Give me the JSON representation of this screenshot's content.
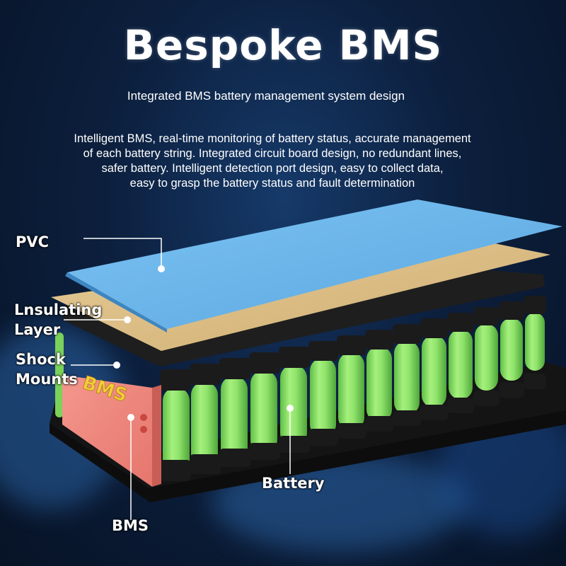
{
  "header": {
    "title": "Bespoke BMS",
    "subtitle": "Integrated BMS battery management system design",
    "description_lines": [
      "Intelligent BMS, real-time monitoring of battery status, accurate management",
      "of each battery string. Integrated circuit board design, no redundant lines,",
      "safer battery. Intelligent detection port design, easy to collect data,",
      "easy to grasp the battery status and fault determination"
    ]
  },
  "callouts": {
    "pvc": "PVC",
    "insulating_line1": "Lnsulating",
    "insulating_line2": "Layer",
    "shock_line1": "Shock",
    "shock_line2": "Mounts",
    "battery": "Battery",
    "bms": "BMS"
  },
  "bms_board_text": "BMS",
  "colors": {
    "background": "#0c1f3d",
    "pvc_sheet": "#6bb4ea",
    "insulating_sheet": "#d9bc86",
    "cell_green": "#8fe36b",
    "cell_holder": "#1e1e1e",
    "bms_board": "#f08a80",
    "bms_text": "#f2cf3a"
  }
}
